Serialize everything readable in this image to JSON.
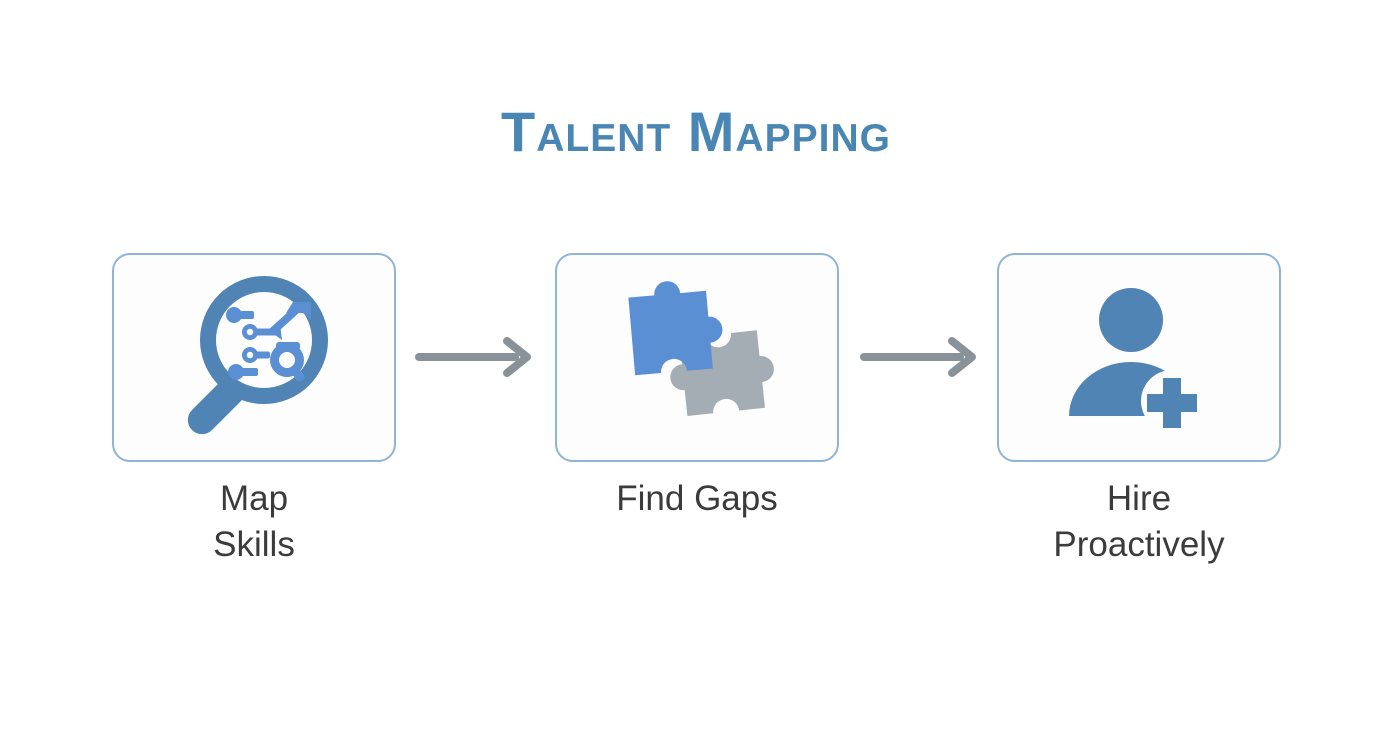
{
  "title": "Talent Mapping",
  "colors": {
    "title_blue": "#4a86b4",
    "card_border_blue": "#8fb4d4",
    "icon_blue": "#5084b4",
    "puzzle_blue": "#5b8fd4",
    "puzzle_gray": "#a4acb4",
    "arrow_gray": "#8a9299",
    "label_gray": "#3b3b3b",
    "background": "#ffffff"
  },
  "steps": [
    {
      "id": "map-skills",
      "label": "Map\nSkills",
      "icon": "magnifier-skill-map-icon"
    },
    {
      "id": "find-gaps",
      "label": "Find Gaps",
      "icon": "puzzle-pieces-icon"
    },
    {
      "id": "hire-proactively",
      "label": "Hire\nProactively",
      "icon": "add-person-icon"
    }
  ],
  "connectors": [
    {
      "id": "arrow-1",
      "icon": "arrow-right-icon"
    },
    {
      "id": "arrow-2",
      "icon": "arrow-right-icon"
    }
  ]
}
